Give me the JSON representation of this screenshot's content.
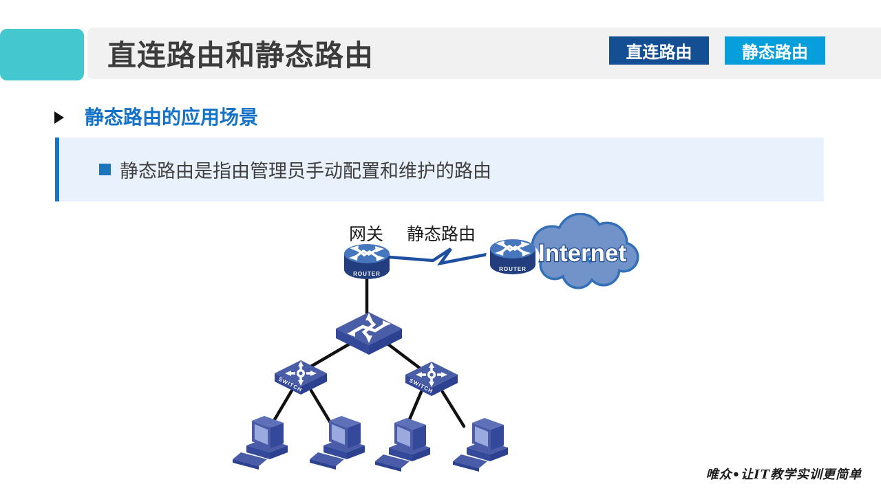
{
  "header": {
    "title": "直连路由和静态路由",
    "tabs": [
      {
        "label": "直连路由",
        "color": "#134F92"
      },
      {
        "label": "静态路由",
        "color": "#069FDB"
      }
    ],
    "accent_block_color": "#44C7CE",
    "bar_color": "#F1F1F1"
  },
  "section": {
    "heading": "静态路由的应用场景",
    "heading_color": "#1371C8",
    "bullet_text": "静态路由是指由管理员手动配置和维护的路由",
    "box_bg": "#E9F2FC",
    "stripe_color": "#1873C4"
  },
  "diagram": {
    "gateway_label": "网关",
    "static_route_label": "静态路由",
    "router_label": "ROUTER",
    "switch_label": "SWITCH",
    "internet_label": "Internet",
    "link_color": "#1E4FA0",
    "cloud_fill": "#7193C9",
    "cloud_stroke": "#3370B8",
    "device_top_color": "#4677BE",
    "device_dark_color": "#233E7E"
  },
  "footer": {
    "watermark": "唯众•让IT教学实训更简单"
  }
}
